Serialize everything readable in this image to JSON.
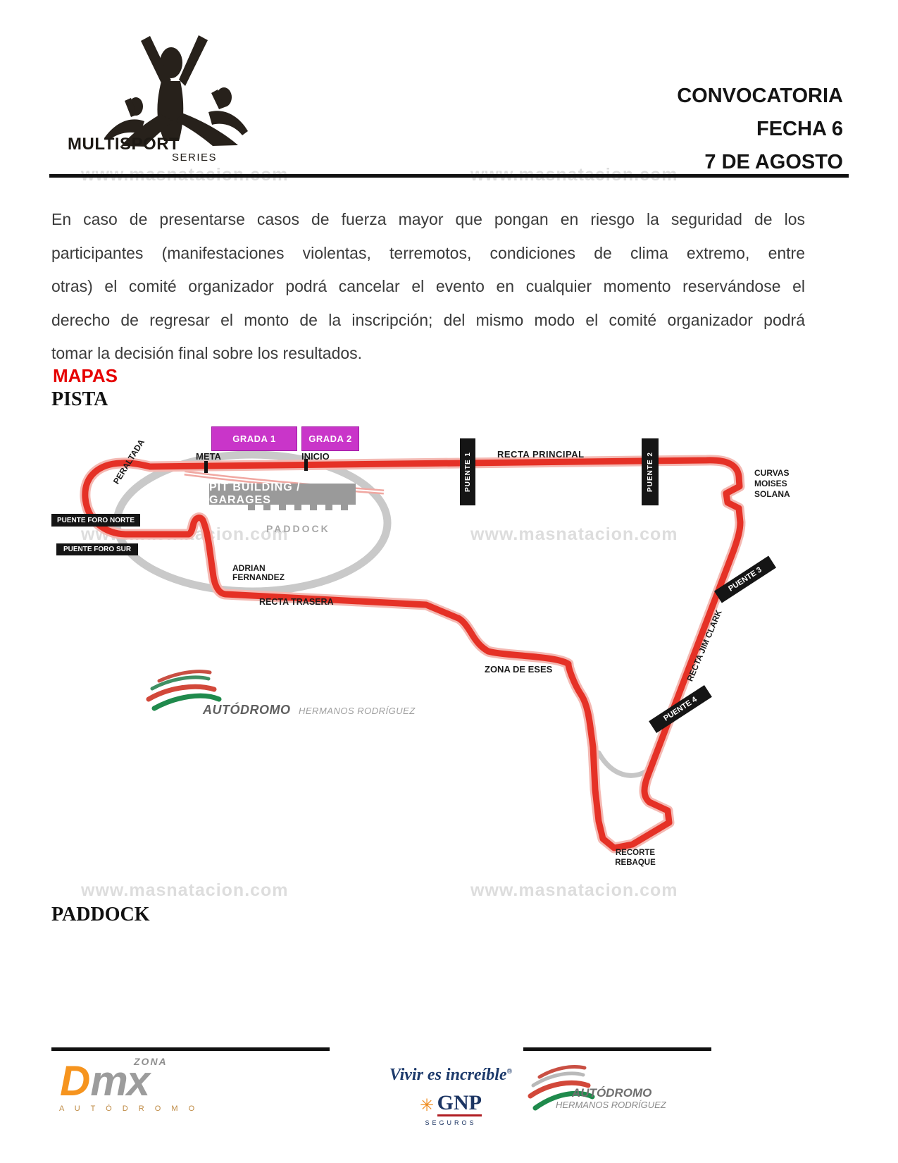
{
  "page": {
    "watermark": "www.masnatacion.com"
  },
  "brand": {
    "name": "MULTISPORT",
    "series": "SERIES"
  },
  "header": {
    "l1": "CONVOCATORIA",
    "l2": "FECHA 6",
    "l3": "7 DE AGOSTO"
  },
  "para": {
    "l1": "En caso de presentarse casos de fuerza mayor que pongan en riesgo la seguridad de los",
    "l2": "participantes (manifestaciones violentas, terremotos, condiciones de clima extremo, entre",
    "l3": "otras) el comité organizador podrá cancelar el evento en cualquier momento reservándose el",
    "l4": "derecho de regresar el monto de la inscripción; del mismo modo el comité organizador podrá",
    "l5": "tomar la decisión final sobre los resultados."
  },
  "headings": {
    "mapas": "MAPAS",
    "pista": "PISTA",
    "paddock": "PADDOCK"
  },
  "map": {
    "grada1": "GRADA 1",
    "grada2": "GRADA 2",
    "meta": "META",
    "inicio": "INICIO",
    "peraltada": "PERALTADA",
    "puente_foro_norte": "PUENTE FORO NORTE",
    "puente_foro_sur": "PUENTE FORO SUR",
    "pit_building": "PIT BUILDING / GARAGES",
    "paddock": "PADDOCK",
    "adrian1": "ADRIAN",
    "adrian2": "FERNANDEZ",
    "recta_trasera": "RECTA TRASERA",
    "puente1": "PUENTE 1",
    "recta_principal": "RECTA PRINCIPAL",
    "puente2": "PUENTE 2",
    "curvas1": "CURVAS",
    "curvas2": "MOISES",
    "curvas3": "SOLANA",
    "puente3": "PUENTE 3",
    "recta_jim_clark": "RECTA JIM CLARK",
    "puente4": "PUENTE 4",
    "zona_de_eses": "ZONA DE ESES",
    "recorte1": "RECORTE",
    "recorte2": "REBAQUE",
    "venue_name": "AUTÓDROMO",
    "venue_sub": "HERMANOS RODRÍGUEZ",
    "colors": {
      "track_red": "#e53126",
      "oval_gray": "#c9c9c9",
      "grada_magenta": "#c935c9",
      "heading_red": "#e60000"
    }
  },
  "footer": {
    "dmx_zona": "ZONA",
    "dmx_d": "D",
    "dmx_mx": "mx",
    "dmx_sub": "A U T Ó D R O M O",
    "gnp_slogan": "Vivir es increíble",
    "gnp_reg": "®",
    "gnp_name": "GNP",
    "gnp_sub": "SEGUROS",
    "ahr_name": "AUTÓDROMO",
    "ahr_sub": "HERMANOS RODRÍGUEZ"
  }
}
